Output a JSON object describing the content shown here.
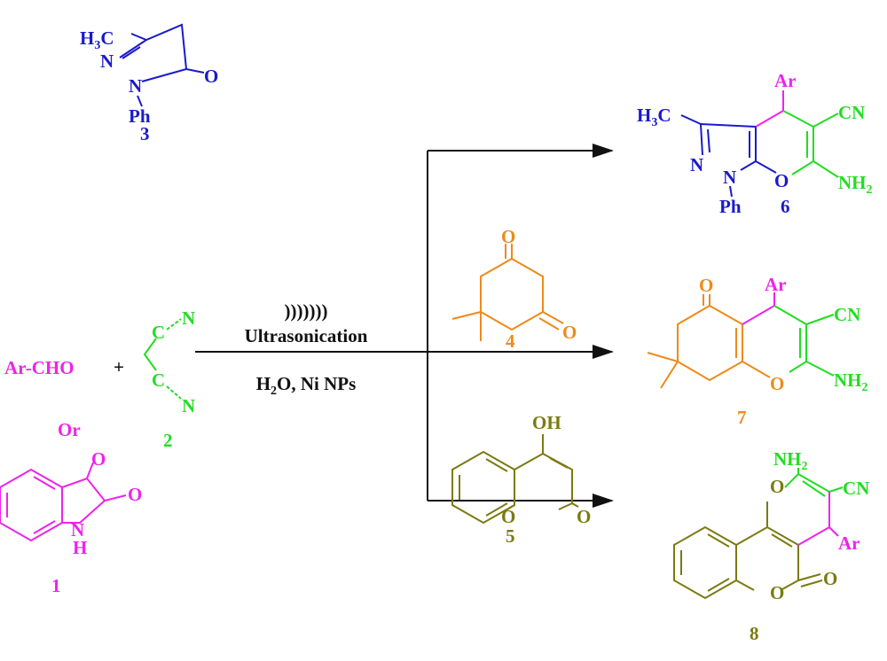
{
  "reactants": {
    "aldehyde": "Ar-CHO",
    "plus": "+",
    "or": "Or",
    "isatin": {
      "o1": "O",
      "o2": "O",
      "n": "N",
      "h": "H",
      "label": "1"
    },
    "malononitrile": {
      "c": "C",
      "n": "N",
      "label": "2"
    }
  },
  "conditions": {
    "ultrasound_symbol": ")))))))",
    "method": "Ultrasonication",
    "solvent": "H",
    "solvent_sub": "2",
    "solvent_rest": "O, Ni NPs"
  },
  "compound3": {
    "ch3_h": "H",
    "ch3_sub": "3",
    "ch3_c": "C",
    "n": "N",
    "o": "O",
    "ph": "Ph",
    "label": "3"
  },
  "compound4": {
    "o": "O",
    "label": "4"
  },
  "compound5": {
    "oh": "OH",
    "o": "O",
    "label": "5"
  },
  "product6": {
    "ar": "Ar",
    "cn": "CN",
    "nh": "NH",
    "nh_sub": "2",
    "o": "O",
    "n": "N",
    "ph": "Ph",
    "ch3_h": "H",
    "ch3_sub": "3",
    "ch3_c": "C",
    "label": "6"
  },
  "product7": {
    "ar": "Ar",
    "cn": "CN",
    "nh": "NH",
    "nh_sub": "2",
    "o": "O",
    "label": "7"
  },
  "product8": {
    "ar": "Ar",
    "cn": "CN",
    "nh": "NH",
    "nh_sub": "2",
    "o": "O",
    "label": "8"
  },
  "colors": {
    "reactant1": "#ee22ee",
    "reactant2": "#22dd22",
    "pyrazolone": "#1a1acc",
    "dimedone": "#ee8a1a",
    "hydroxycoumarin": "#7a7a12"
  }
}
